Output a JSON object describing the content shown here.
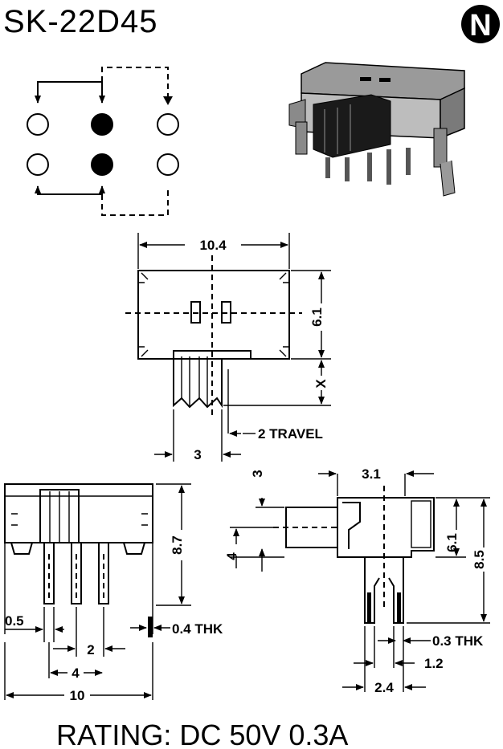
{
  "title": "SK-22D45",
  "brand_mark": "N",
  "dimensions": {
    "top_width": "10.4",
    "top_height": "6.1",
    "top_x": "X",
    "travel": "2 TRAVEL",
    "actuator_width": "3",
    "front_height": "8.7",
    "pin_offset": "0.5",
    "pin_thickness": "0.4 THK",
    "pin_pitch": "2",
    "pin_span": "4",
    "front_width": "10",
    "side_top": "3.1",
    "side_actuator_offset": "3",
    "side_actuator_height": "4",
    "side_body_height": "6.1",
    "side_total_height": "8.5",
    "side_pin_thickness": "0.3 THK",
    "side_pin_gap": "1.2",
    "side_pin_span": "2.4"
  },
  "rating": "RATING: DC 50V 0.3A",
  "colors": {
    "ink": "#000000",
    "paper": "#ffffff"
  }
}
